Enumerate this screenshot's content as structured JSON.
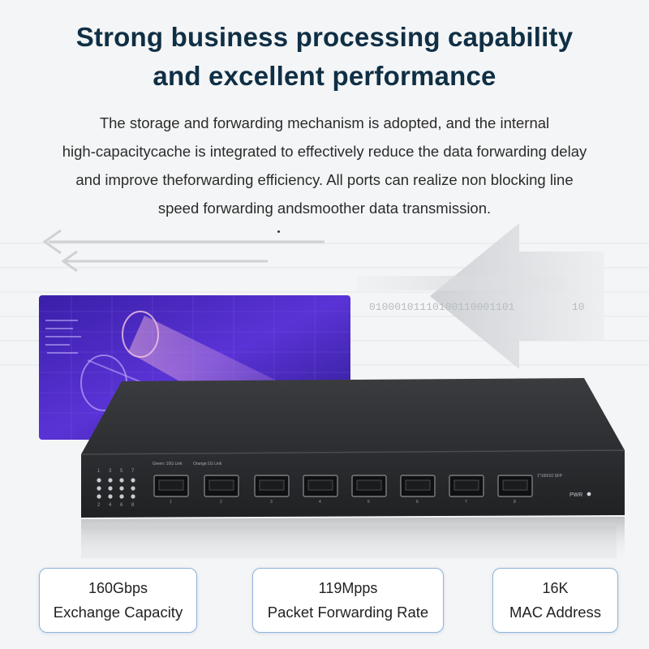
{
  "headline": {
    "line1": "Strong business processing capability",
    "line2": "and excellent performance"
  },
  "description": {
    "lines": [
      "The storage and forwarding mechanism is adopted, and the internal",
      "high-capacitycache is integrated to effectively reduce the data forwarding delay",
      "and improve theforwarding efficiency. All ports can realize non blocking line",
      "speed forwarding andsmoother data transmission."
    ]
  },
  "background": {
    "binary_text": "01000101110100110001101",
    "binary_text_right": "10"
  },
  "device": {
    "label_green": "Green: 10G Link",
    "label_orange": "Orange:1G Link",
    "label_sfp": "1*100/10 SFP",
    "label_pwr": "PWR",
    "led_numbers_top": [
      "1",
      "3",
      "5",
      "7"
    ],
    "led_numbers_bottom": [
      "2",
      "4",
      "6",
      "8"
    ],
    "port_numbers": [
      "1",
      "2",
      "3",
      "4",
      "5",
      "6",
      "7",
      "8"
    ]
  },
  "specs": [
    {
      "value": "160Gbps",
      "label": "Exchange Capacity"
    },
    {
      "value": "119Mpps",
      "label": "Packet Forwarding Rate"
    },
    {
      "value": "16K",
      "label": "MAC Address"
    }
  ],
  "colors": {
    "headline": "#0f2f45",
    "banner_purple": "#4a2bb8",
    "switch_body": "#2a2c2e",
    "spec_border": "#8fb3da"
  }
}
